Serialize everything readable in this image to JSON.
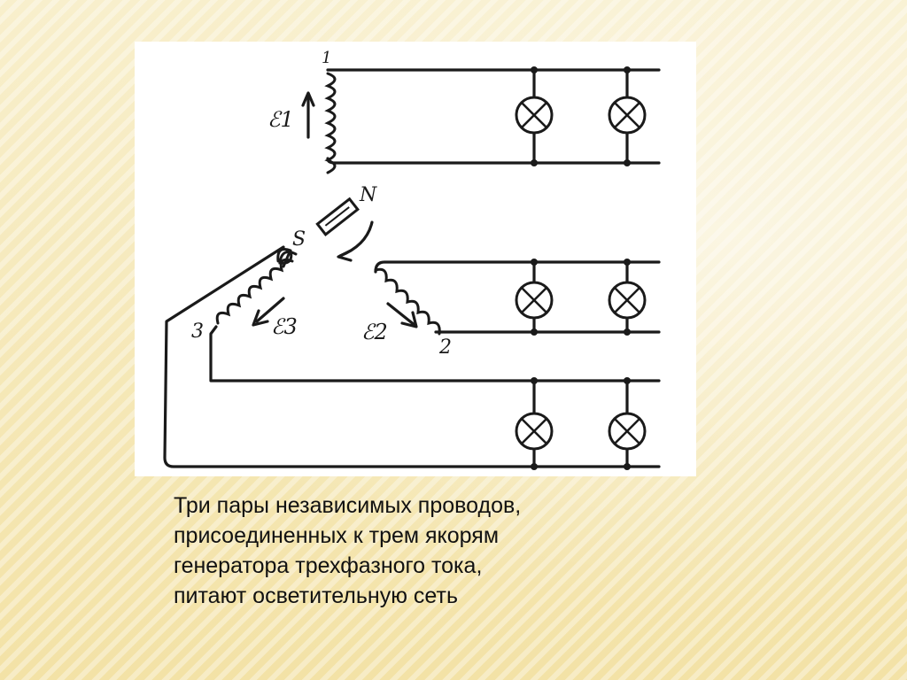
{
  "diagram": {
    "terminal_labels": [
      "1",
      "2",
      "3"
    ],
    "emf_labels": [
      "ℰ1",
      "ℰ2",
      "ℰ3"
    ],
    "pole_labels": {
      "north": "N",
      "south": "S"
    }
  },
  "caption": {
    "lines": [
      "Три пары независимых проводов,",
      "присоединенных к трем якорям",
      "генератора трехфазного тока,",
      "питают осветительную сеть"
    ]
  }
}
